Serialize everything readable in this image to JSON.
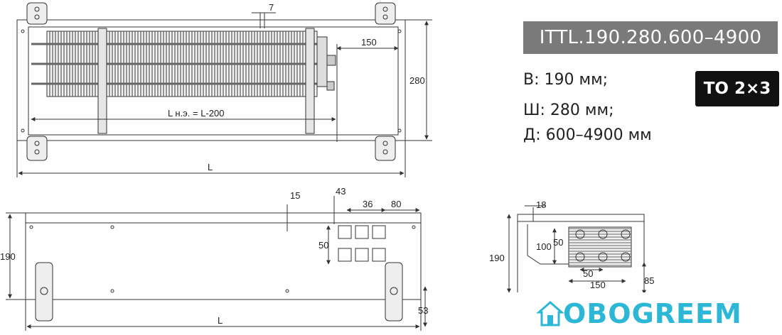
{
  "model": "ITTL.190.280.600–4900",
  "specs": {
    "height": "В: 190 мм;",
    "width": "Ш: 280 мм;",
    "length": "Д: 600–4900 мм"
  },
  "badge": "TO 2×3",
  "brand": {
    "name": "OBOGREEM"
  },
  "top_view": {
    "dim_7": "7",
    "dim_150": "150",
    "dim_280": "280",
    "heat_length": "L н.э. = L-200",
    "dim_L": "L"
  },
  "front_view": {
    "dim_15": "15",
    "dim_43": "43",
    "dim_36": "36",
    "dim_80": "80",
    "dim_50": "50",
    "dim_190": "190",
    "dim_53": "53",
    "dim_L": "L"
  },
  "side_view": {
    "dim_18": "18",
    "dim_190": "190",
    "dim_100": "100",
    "dim_50a": "50",
    "dim_50b": "50",
    "dim_150": "150",
    "dim_85": "85"
  },
  "colors": {
    "line": "#333333",
    "tag_bg": "#7a7a7a",
    "badge_bg": "#111111",
    "brand": "#2db7d6"
  }
}
